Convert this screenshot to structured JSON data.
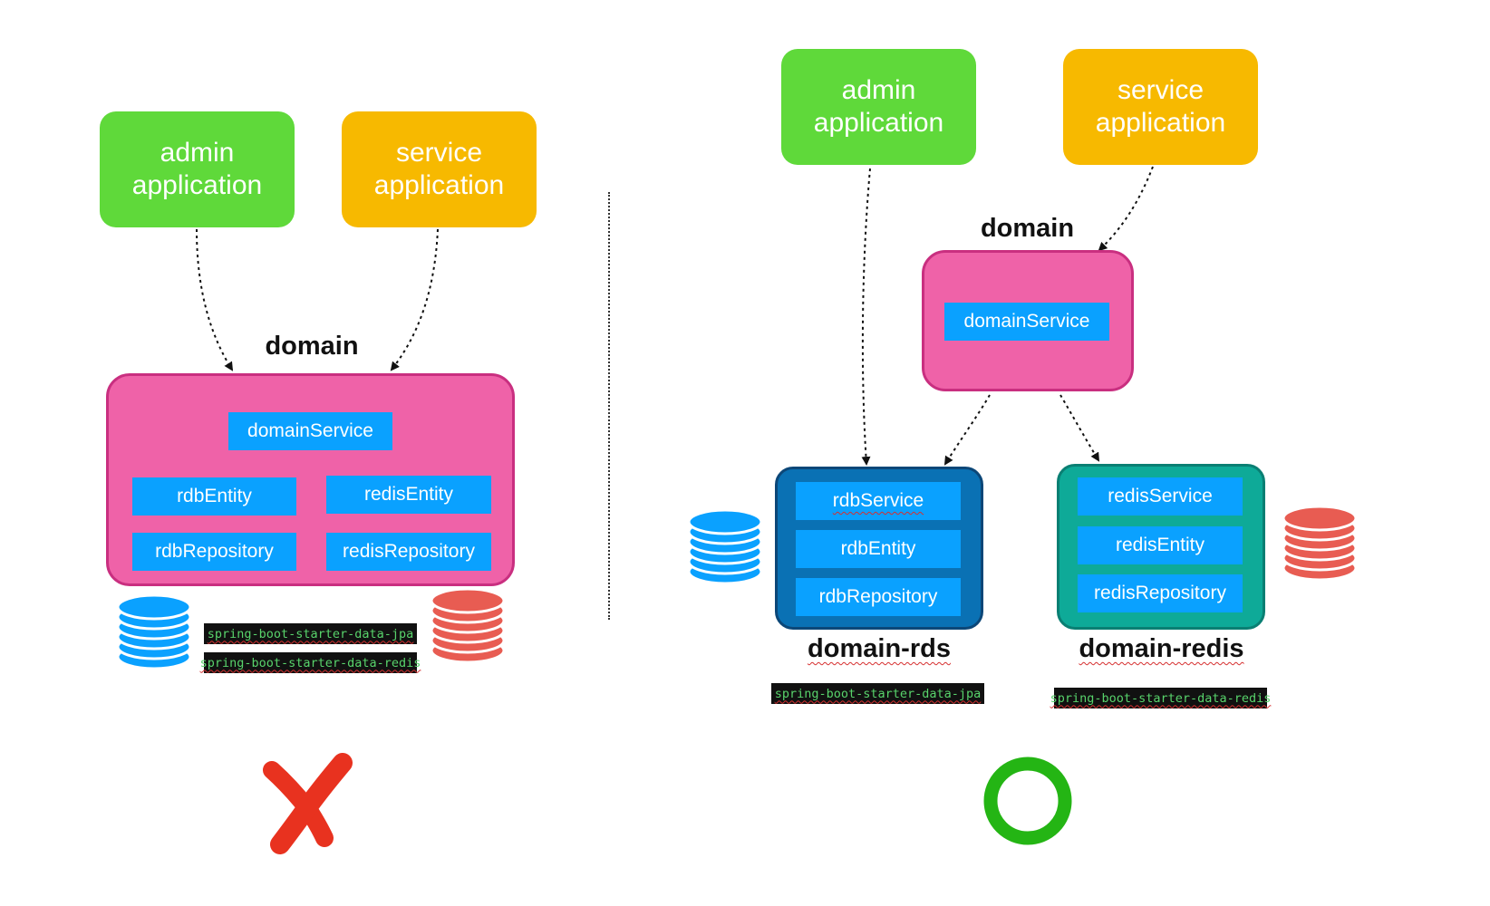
{
  "left": {
    "admin_app": "admin\napplication",
    "service_app": "service\napplication",
    "domain_title": "domain",
    "domain_service": "domainService",
    "rdb_entity": "rdbEntity",
    "redis_entity": "redisEntity",
    "rdb_repository": "rdbRepository",
    "redis_repository": "redisRepository",
    "dep_jpa": "spring-boot-starter-data-jpa",
    "dep_redis": "spring-boot-starter-data-redis",
    "verdict_icon": "red-x-icon"
  },
  "right": {
    "admin_app": "admin\napplication",
    "service_app": "service\napplication",
    "domain_title": "domain",
    "domain_service": "domainService",
    "rds_title": "domain-rds",
    "rds_service": "rdbService",
    "rds_entity": "rdbEntity",
    "rds_repository": "rdbRepository",
    "redis_title": "domain-redis",
    "redis_service": "redisService",
    "redis_entity": "redisEntity",
    "redis_repository": "redisRepository",
    "dep_jpa": "spring-boot-starter-data-jpa",
    "dep_redis": "spring-boot-starter-data-redis",
    "verdict_icon": "green-circle-icon"
  },
  "colors": {
    "admin": "#5fd93a",
    "service": "#f7b900",
    "domain": "#ef62a8",
    "component": "#0aa1ff",
    "rds": "#0a71b4",
    "redis_module": "#0eaa98",
    "rdb_database": "#0aa1ff",
    "redis_database": "#e85c52",
    "wrong": "#e8321f",
    "right": "#24b514"
  }
}
